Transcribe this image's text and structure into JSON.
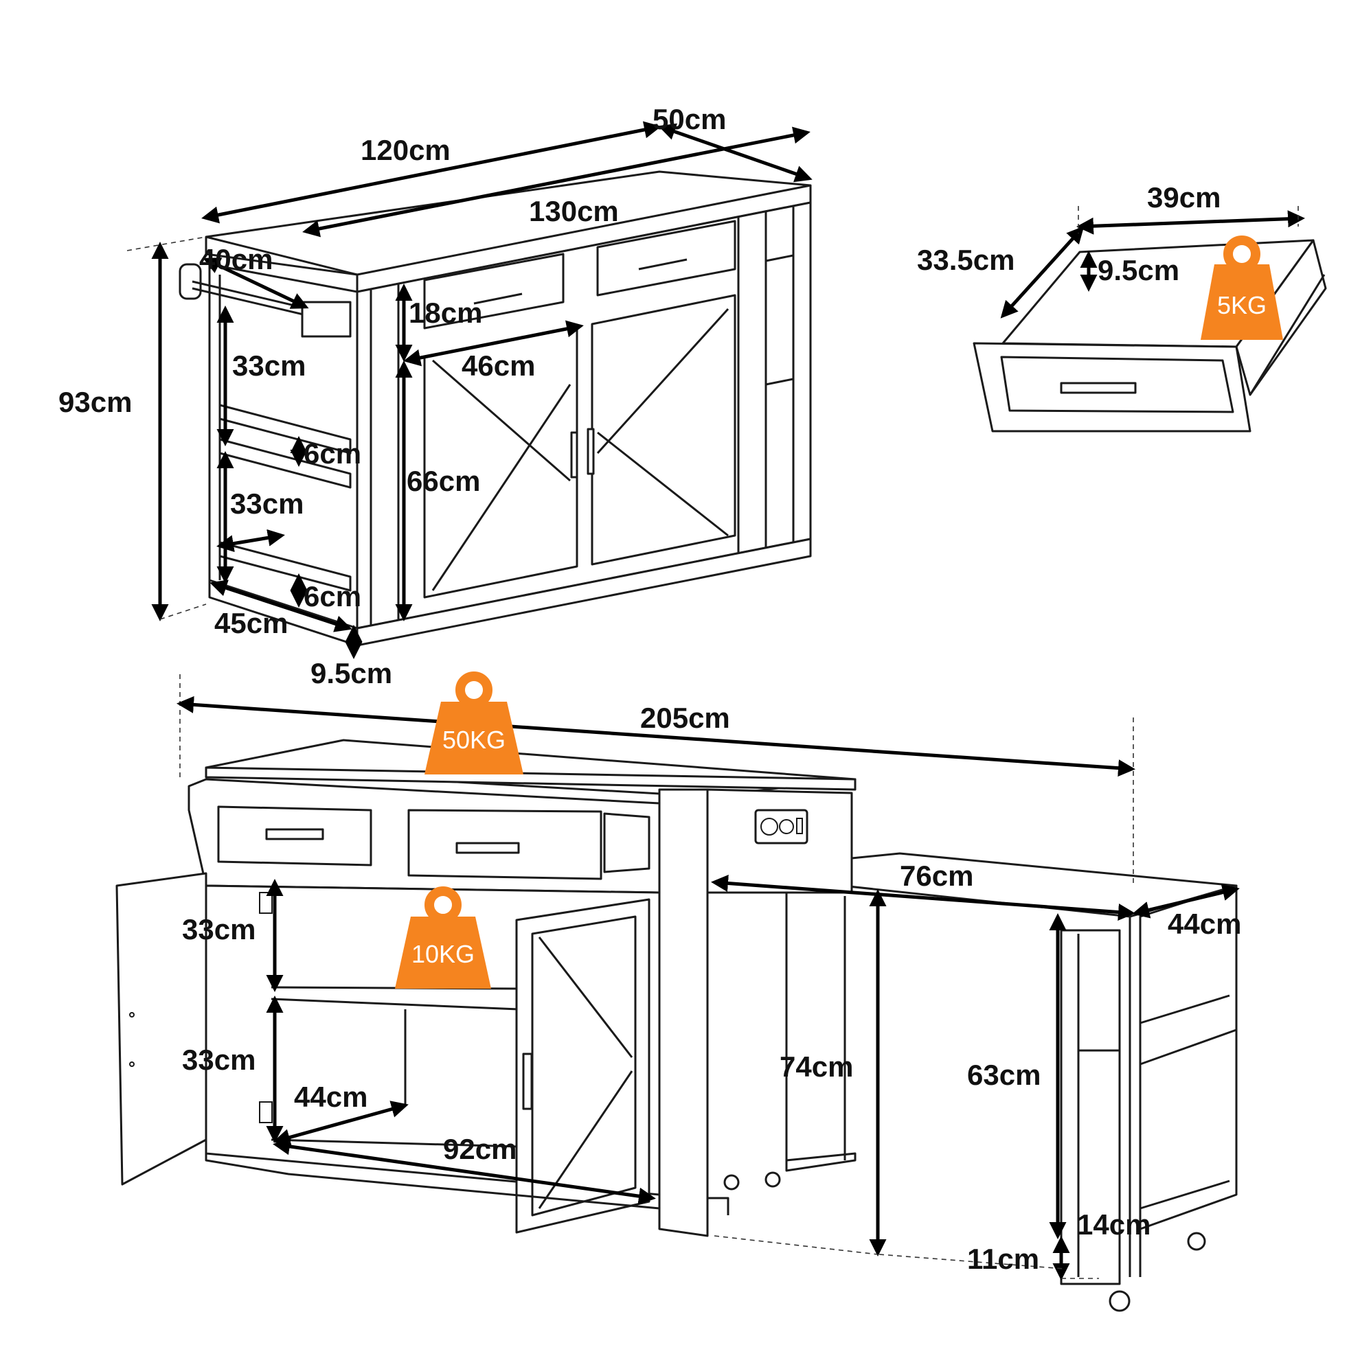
{
  "weights": {
    "drawer": "5KG",
    "top": "50KG",
    "shelf": "10KG",
    "color": "#f5841f"
  },
  "top_unit": {
    "depth": "50cm",
    "width": "120cm",
    "top_width": "130cm",
    "rail": "40cm",
    "height": "93cm",
    "drawer_h": "18cm",
    "drawer_w": "46cm",
    "door_h": "66cm",
    "shelf1": "33cm",
    "shelf_gap1": "6cm",
    "shelf2": "33cm",
    "shelf_gap2": "6cm",
    "shelf_depth": "45cm",
    "base": "9.5cm"
  },
  "drawer_detail": {
    "width": "39cm",
    "depth": "33.5cm",
    "height": "9.5cm"
  },
  "bottom_unit": {
    "extended": "205cm",
    "ext_top": "76cm",
    "ext_depth": "44cm",
    "shelf1": "33cm",
    "shelf2": "33cm",
    "inner_depth": "44cm",
    "inner_width": "92cm",
    "height": "74cm",
    "ext_height": "63cm",
    "wheel": "14cm",
    "clearance": "11cm"
  },
  "icons": [
    "weight-icon",
    "outlet-icon",
    "caster-icon"
  ]
}
